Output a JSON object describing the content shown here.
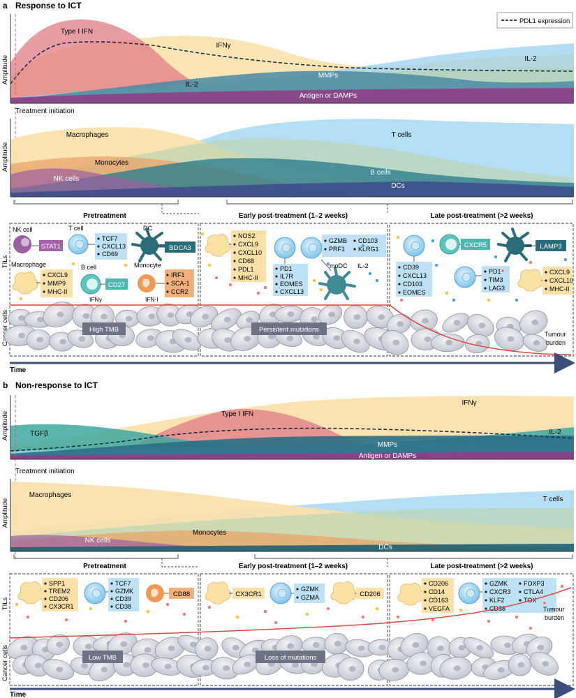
{
  "panel_a": {
    "letter": "a",
    "title": "Response to ICT",
    "legend_label": "PDL1 expression",
    "cyto_ylabel": "Amplitude",
    "cell_ylabel": "Amplitude",
    "treatment_initiation": "Treatment initiation",
    "cytokines": {
      "type1ifn": "Type I IFN",
      "ifng": "IFNγ",
      "il2_right": "IL-2",
      "il2_low": "IL-2",
      "mmps": "MMPs",
      "antigen": "Antigen or DAMPs"
    },
    "cells": {
      "macrophages": "Macrophages",
      "tcells": "T cells",
      "monocytes": "Monocytes",
      "bcells": "B cells",
      "nkcells": "NK cells",
      "dcs": "DCs"
    },
    "phases": {
      "pre": "Pretreatment",
      "early": "Early post-treatment (1–2 weeks)",
      "late": "Late post-treatment (>2 weeks)"
    },
    "row_labels": {
      "tils": "TILs",
      "cancer": "Cancer cells"
    },
    "pre": {
      "nk_cell": "NK cell",
      "t_cell": "T cell",
      "dc": "DC",
      "macrophage": "Macrophage",
      "b_cell": "B cell",
      "monocyte": "Monocyte",
      "stat1": "STAT1",
      "bdca3": "BDCA3",
      "cd27": "CD27",
      "tcell_markers": [
        "TCF7",
        "CXCL13",
        "CD69"
      ],
      "mac_markers": [
        "CXCL9",
        "MMP9",
        "MHC-II"
      ],
      "mono_markers": [
        "IRF1",
        "SCA-1",
        "CCR2"
      ],
      "ifng": "IFNγ",
      "ifn1": "IFN-I",
      "cancer_label": "High TMB"
    },
    "early": {
      "mac_markers": [
        "NOS2",
        "CXCL9",
        "CXCL10",
        "CD68",
        "PDL1",
        "MHC-II"
      ],
      "tcell_markers": [
        "PD1",
        "IL7R",
        "EOMES",
        "CXCL13"
      ],
      "tcell2_markers_a": [
        "GZMB",
        "PRF1"
      ],
      "tcell2_markers_b": [
        "CD103",
        "KLRG1"
      ],
      "modc": "moDC",
      "il2": "IL-2",
      "cancer_label": "Persistent mutations"
    },
    "late": {
      "tcell_markers": [
        "CD39",
        "CXCL13",
        "CD103",
        "EOMES"
      ],
      "cxcr5": "CXCR5",
      "lamp3": "LAMP3",
      "tcell2_markers": [
        "PD1",
        "TIM3",
        "LAG3"
      ],
      "mac_markers": [
        "CXCL9",
        "CXCL10",
        "MHC-II"
      ],
      "tumour_burden": "Tumour burden"
    },
    "time": "Time"
  },
  "panel_b": {
    "letter": "b",
    "title": "Non-response to ICT",
    "cyto_ylabel": "Amplitude",
    "cell_ylabel": "Amplitude",
    "treatment_initiation": "Treatment initiation",
    "cytokines": {
      "type1ifn": "Type I IFN",
      "ifng": "IFNγ",
      "tgfb": "TGFβ",
      "il2": "IL-2",
      "mmps": "MMPs",
      "antigen": "Antigen or DAMPs"
    },
    "cells": {
      "macrophages": "Macrophages",
      "tcells": "T cells",
      "nkcells": "NK cells",
      "monocytes": "Monocytes",
      "dcs": "DCs"
    },
    "phases": {
      "pre": "Pretreatment",
      "early": "Early post-treatment (1–2 weeks)",
      "late": "Late post-treatment (>2 weeks)"
    },
    "row_labels": {
      "tils": "TILs",
      "cancer": "Cancer cells"
    },
    "pre": {
      "mac_markers": [
        "SPP1",
        "TREM2",
        "CD206",
        "CX3CR1"
      ],
      "tcell_markers": [
        "TCF7",
        "GZMK",
        "CD39",
        "CD38"
      ],
      "cd88": "CD88",
      "cancer_label": "Low TMB"
    },
    "early": {
      "cx3cr1": "CX3CR1",
      "tcell_markers": [
        "GZMK",
        "GZMA"
      ],
      "cd206": "CD206",
      "cancer_label": "Loss of mutations"
    },
    "late": {
      "mac_markers": [
        "CD206",
        "CD14",
        "CD163",
        "VEGFA"
      ],
      "tcell_markers_a": [
        "GZMK",
        "CXCR3",
        "KLF2",
        "CD38"
      ],
      "tcell_markers_b": [
        "FOXP3",
        "CTLA4",
        "TOX"
      ],
      "tumour_burden": "Tumour burden"
    },
    "time": "Time"
  },
  "colors": {
    "type1ifn": "#e07b85",
    "ifng": "#fbe0a8",
    "il2": "#9bd0ee",
    "mmps": "#4a89a3",
    "antigen": "#8e3f86",
    "macrophages": "#fbe0a8",
    "tcells": "#a8d8f0",
    "monocytes": "#e8a46a",
    "bcells": "#2f7d8c",
    "nkcells": "#9b5fa0",
    "dcs": "#3c4b8c",
    "tgfb": "#3da8a0",
    "tumour_curve": "#d94a40",
    "time_arrow": "#3b4f78",
    "label_box": "#6b7385"
  }
}
